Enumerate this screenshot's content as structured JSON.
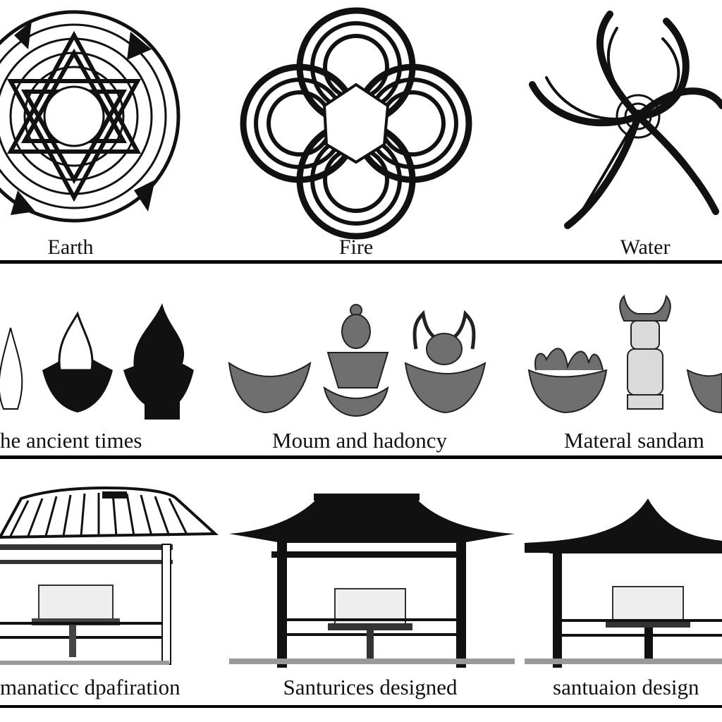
{
  "rows": [
    {
      "captions": [
        "Earth",
        "Fire",
        "Water"
      ],
      "icons": [
        "earth-mandala-icon",
        "fire-knot-icon",
        "water-swirl-icon"
      ]
    },
    {
      "captions": [
        "he ancient times",
        "Moum and hadoncy",
        "Materal sandam"
      ],
      "icons": [
        "flame-group-icon",
        "meditating-figure-icon",
        "horned-idol-icon"
      ]
    },
    {
      "captions": [
        "manaticc dpafiration",
        "Santurices designed",
        "santuaion design"
      ],
      "icons": [
        "pavilion-icon",
        "pagoda-pavilion-icon",
        "pagoda-pavilion-icon"
      ]
    }
  ],
  "colors": {
    "ink": "#111111",
    "paper": "#ffffff",
    "stone": "#6f6f6f"
  }
}
